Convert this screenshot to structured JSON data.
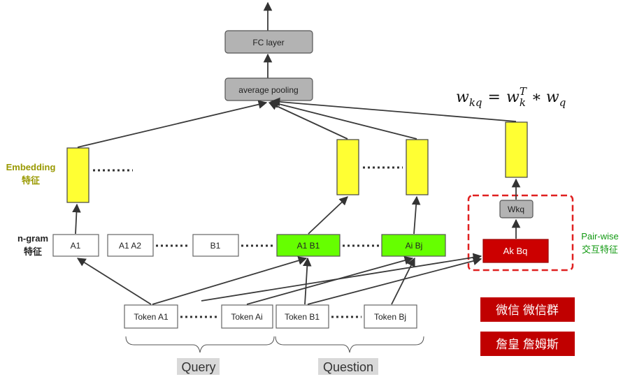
{
  "title_formula": {
    "lhs_var": "w",
    "lhs_sub": "kq",
    "eq": "=",
    "rhs1_var": "w",
    "rhs1_sub": "k",
    "rhs1_sup": "T",
    "op": "∗",
    "rhs2_var": "w",
    "rhs2_sub": "q"
  },
  "layers": {
    "fc": "FC layer",
    "pooling": "average pooling",
    "wkq": "Wkq",
    "akbq": "Ak Bq"
  },
  "labels": {
    "embedding_line1": "Embedding",
    "embedding_line2": "特征",
    "ngram_line1": "n-gram",
    "ngram_line2": "特征",
    "pairwise_line1": "Pair-wise",
    "pairwise_line2": "交互特征"
  },
  "ngram_nodes": [
    "A1",
    "A1 A2",
    "B1",
    "A1 B1",
    "Ai Bj"
  ],
  "tokens": [
    "Token A1",
    "Token Ai",
    "Token B1",
    "Token Bj"
  ],
  "groups": {
    "query": "Query",
    "question": "Question"
  },
  "watermark": {
    "line1": "微信 微信群",
    "line2": "詹皇 詹姆斯"
  },
  "colors": {
    "gray": "#b3b3b3",
    "yellow": "#ffff33",
    "green": "#66ff00",
    "red": "#cc0000",
    "dashed_red": "#e02020",
    "label_olive": "#999900",
    "label_green": "#119911",
    "watermark_bg": "#c00000"
  }
}
